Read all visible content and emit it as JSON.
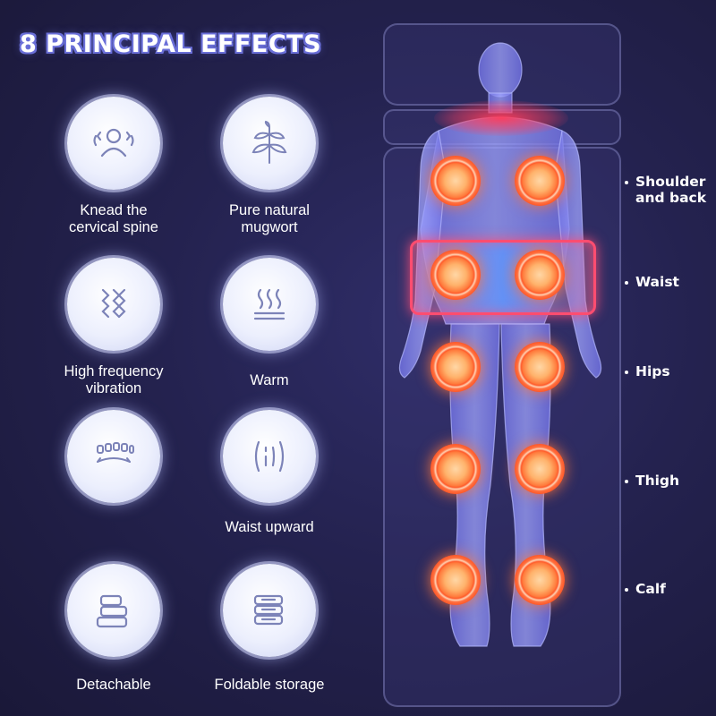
{
  "title": "8 PRINCIPAL EFFECTS",
  "effects": [
    {
      "label": "Knead the\ncervical spine",
      "icon": "person-knead-icon"
    },
    {
      "label": "Pure natural\nmugwort",
      "icon": "mugwort-leaf-icon"
    },
    {
      "label": "High frequency\nvibration",
      "icon": "vibration-icon"
    },
    {
      "label": "Warm",
      "icon": "heat-waves-icon"
    },
    {
      "label": "",
      "icon": "spine-stretch-icon"
    },
    {
      "label": "Waist upward",
      "icon": "waist-lift-icon"
    },
    {
      "label": "Detachable",
      "icon": "detachable-pad-icon"
    },
    {
      "label": "Foldable storage",
      "icon": "folded-stack-icon"
    }
  ],
  "body_zones": [
    {
      "label": "Shoulder\nand back"
    },
    {
      "label": "Waist"
    },
    {
      "label": "Hips"
    },
    {
      "label": "Thigh"
    },
    {
      "label": "Calf"
    }
  ],
  "colors": {
    "background": "#24224f",
    "heat_node": "#ff6a30",
    "waist_band": "#ff4d70",
    "icon_stroke": "#7c83b8"
  }
}
